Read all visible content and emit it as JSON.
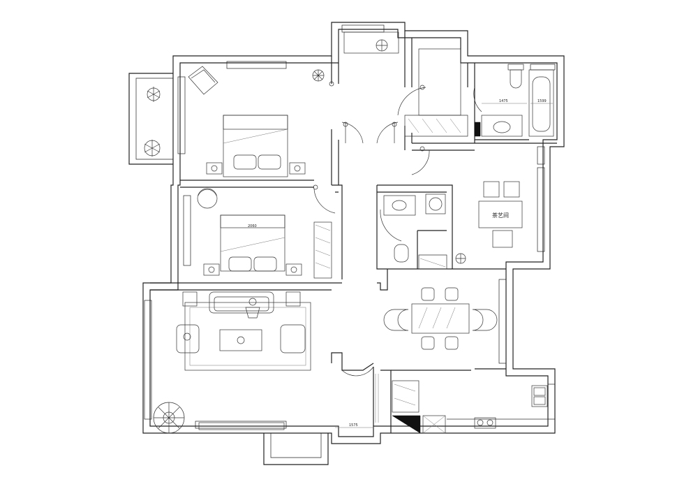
{
  "plan": {
    "room_labels": {
      "tea_room": "茶艺间"
    },
    "dimensions": {
      "bath_width": "1475",
      "tub_length": "1599",
      "bed_length": "2060",
      "living_opening": "1575"
    }
  }
}
